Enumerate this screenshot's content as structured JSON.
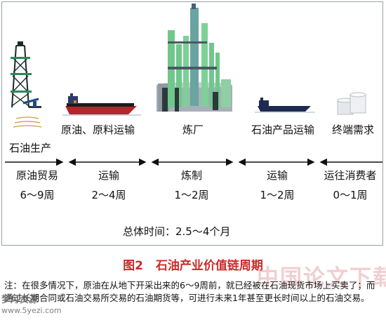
{
  "stages": [
    "石油生产",
    "原油、原料运输",
    "炼厂",
    "石油产品运输",
    "终端需求"
  ],
  "phases": [
    {
      "name": "原油贸易",
      "duration": "6～9周"
    },
    {
      "name": "运输",
      "duration": "2～4周"
    },
    {
      "name": "炼制",
      "duration": "1～2周"
    },
    {
      "name": "运输",
      "duration": "1～2周"
    },
    {
      "name": "运往消费者",
      "duration": "0～1周"
    }
  ],
  "total_time": "总体时间：2.5～4个月",
  "caption": {
    "number": "图2",
    "title": "石油产业价值链周期"
  },
  "note": "注：在很多情况下，原油在从地下开采出来的6～9周前，就已经被在石油现货市场上买卖了；而通过长期合同或石油交易所交易的石油期货等，可进行未来1年甚至更长时间以上的石油交易。",
  "watermarks": {
    "main": "中国论文下载",
    "site": "梦月资源",
    "url": "www.5yezi.com"
  },
  "colors": {
    "caption": "#cc2a2a",
    "tanker_hull": "#b3262a",
    "refinery_green": "#6fc78b"
  }
}
